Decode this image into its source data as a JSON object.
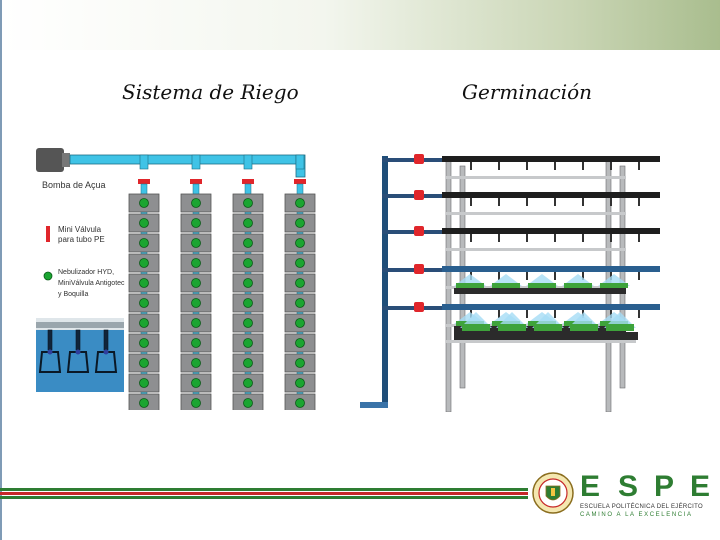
{
  "slide": {
    "left_title": "Sistema de Riego",
    "right_title": "Germinación"
  },
  "irrigation_diagram": {
    "legend_pump": "Bomba de Açua",
    "legend_valve_line1": "Mini Válvula",
    "legend_valve_line2": "para tubo PE",
    "legend_nozzle_line1": "Nebulizador HYD,",
    "legend_nozzle_line2": "MiniVálvula Antigotec",
    "legend_nozzle_line3": "y Boquilla"
  },
  "logo": {
    "letters": [
      "E",
      "S",
      "P",
      "E"
    ],
    "subtitle_line1": "ESCUELA POLITÉCNICA DEL EJÉRCITO",
    "subtitle_line2": "CAMINO A LA EXCELENCIA"
  },
  "colors": {
    "pipe_blue": "#3fc3e6",
    "pipe_dark": "#1e1e1e",
    "valve_red": "#e0262b",
    "nozzle_green": "#1aa531",
    "tray_gray": "#8e8f91",
    "stripe_green": "#2e7d32",
    "stripe_red": "#c62828",
    "logo_green": "#2e7d32",
    "logo_red": "#c62828"
  }
}
